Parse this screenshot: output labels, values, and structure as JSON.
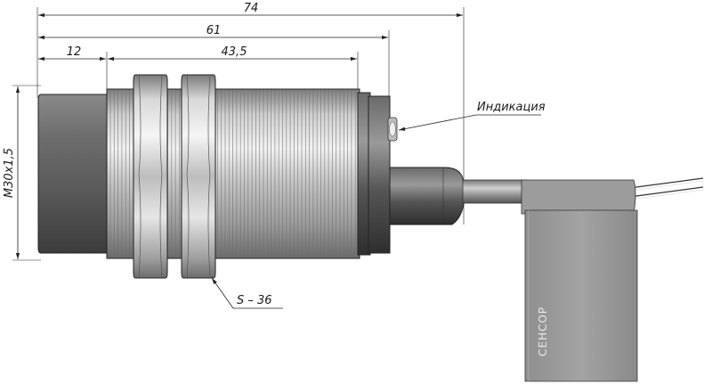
{
  "dimensions": {
    "overall_length": "74",
    "body_length": "61",
    "front_length": "12",
    "thread_length": "43,5",
    "thread_size": "M30x1,5"
  },
  "labels": {
    "indicator": "Индикация",
    "wrench_size": "S – 36",
    "brand": "СЕНСОР"
  }
}
